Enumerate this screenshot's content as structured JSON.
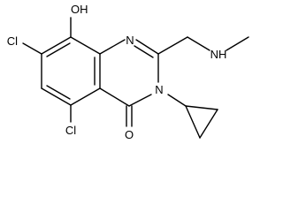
{
  "molecule": {
    "atoms": {
      "hydroxyl": "OH",
      "chlorine_7": "Cl",
      "chlorine_5": "Cl",
      "nitrogen_1": "N",
      "nitrogen_3": "N",
      "amine_nh": "NH",
      "carbonyl_oxygen": "O"
    }
  },
  "colors": {
    "bond": "#000000",
    "label": "#000000",
    "background": "#ffffff"
  }
}
